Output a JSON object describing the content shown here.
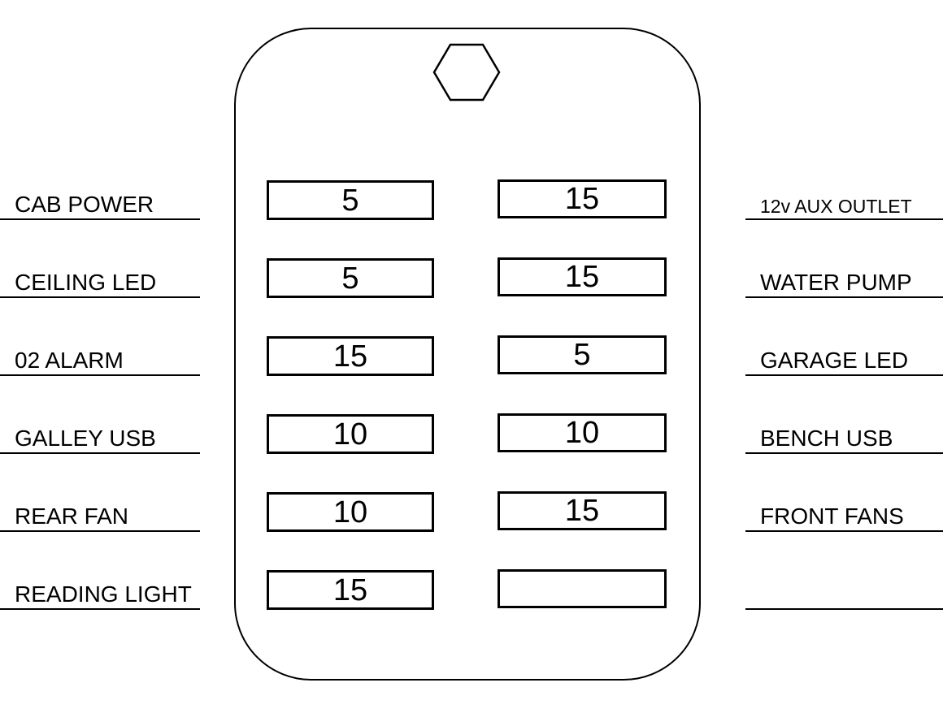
{
  "diagram": {
    "type": "fuse-panel-diagram",
    "colors": {
      "stroke": "#000000",
      "background": "#ffffff"
    },
    "hexagon_icon": "hex-bolt",
    "rows": [
      {
        "left_label": "CAB POWER",
        "left_fuse": "5",
        "right_fuse": "15",
        "right_label": "12v AUX OUTLET"
      },
      {
        "left_label": "CEILING LED",
        "left_fuse": "5",
        "right_fuse": "15",
        "right_label": "WATER PUMP"
      },
      {
        "left_label": "02 ALARM",
        "left_fuse": "15",
        "right_fuse": "5",
        "right_label": "GARAGE LED"
      },
      {
        "left_label": "GALLEY USB",
        "left_fuse": "10",
        "right_fuse": "10",
        "right_label": "BENCH USB"
      },
      {
        "left_label": "REAR FAN",
        "left_fuse": "10",
        "right_fuse": "15",
        "right_label": "FRONT FANS"
      },
      {
        "left_label": "READING LIGHT",
        "left_fuse": "15",
        "right_fuse": "",
        "right_label": ""
      }
    ]
  }
}
